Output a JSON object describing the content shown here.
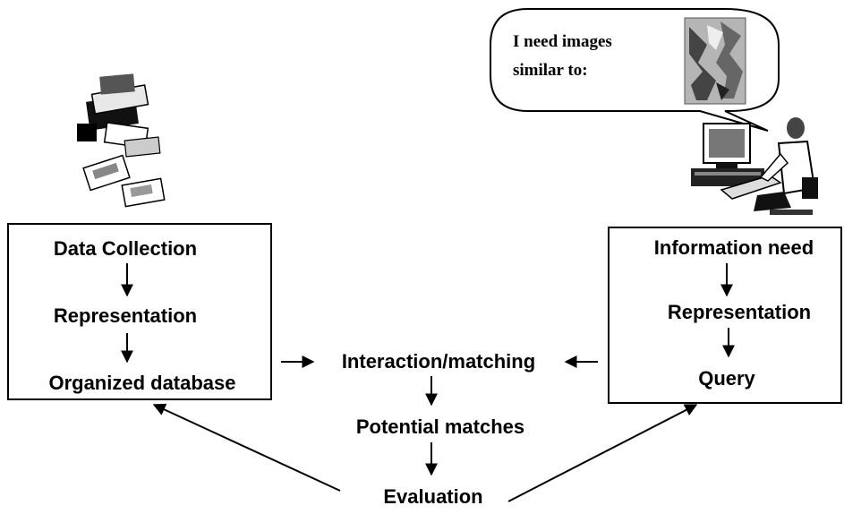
{
  "speech_bubble": {
    "line1": "I need images",
    "line2": "similar to:"
  },
  "left_box": {
    "step1": "Data Collection",
    "step2": "Representation",
    "step3": "Organized database"
  },
  "right_box": {
    "step1": "Information need",
    "step2": "Representation",
    "step3": "Query"
  },
  "center": {
    "step1": "Interaction/matching",
    "step2": "Potential matches",
    "step3": "Evaluation"
  },
  "icons": {
    "left": "documents-and-photos-icon",
    "right": "user-at-computer-icon",
    "bubble_image": "sample-image-icon"
  }
}
